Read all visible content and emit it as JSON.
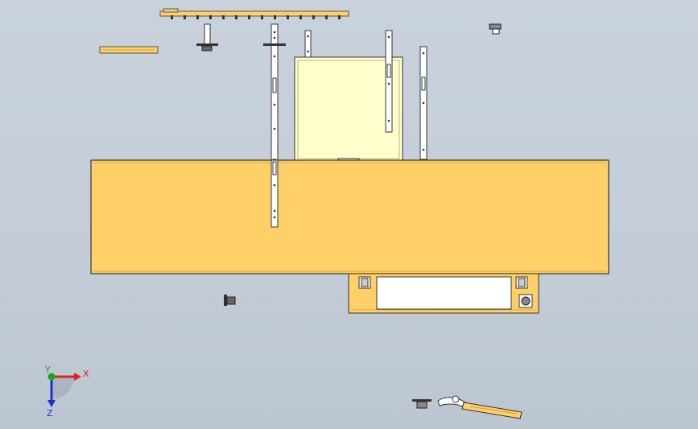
{
  "viewport": {
    "background_top": "#c9d2dc",
    "background_bottom": "#bcc6d1",
    "part_fill": "#fed067",
    "panel_fill": "#ffffcc",
    "edge_color": "#333333",
    "metal_fill": "#ffffff"
  },
  "triad": {
    "x_label": "X",
    "y_label": "Y",
    "z_label": "Z",
    "x_color": "#e02020",
    "y_color": "#1aa51a",
    "z_color": "#2030d0"
  }
}
